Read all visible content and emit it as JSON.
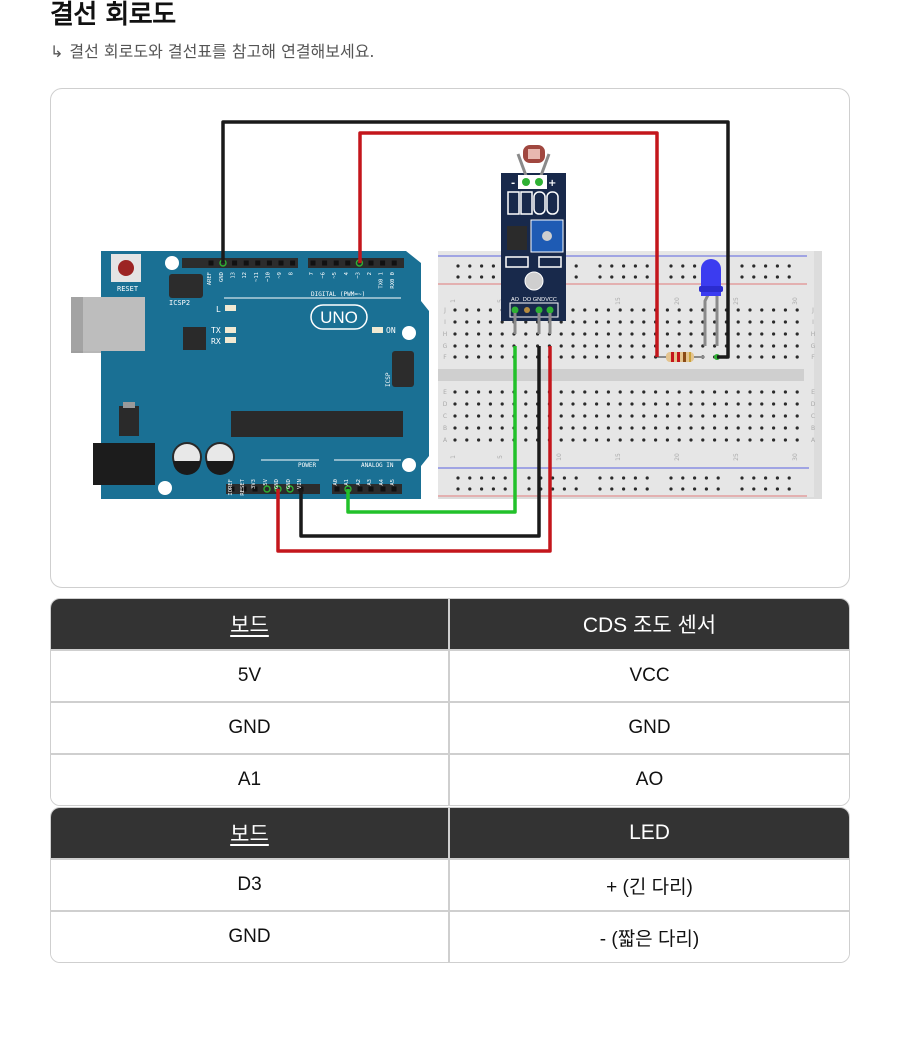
{
  "header": {
    "title": "결선 회로도",
    "subtitle_arrow": "↳",
    "subtitle": "결선 회로도와 결선표를 참고해 연결해보세요."
  },
  "diagram": {
    "arduino": {
      "board_name": "UNO",
      "reset_label": "RESET",
      "icsp2_label": "ICSP2",
      "icsp_label": "ICSP",
      "led_labels": [
        "L",
        "TX",
        "RX",
        "ON"
      ],
      "digital_label": "DIGITAL (PWM=~)",
      "digital_pins": [
        "AREF",
        "GND",
        "13",
        "12",
        "~11",
        "~10",
        "~9",
        "8",
        "7",
        "~6",
        "~5",
        "4",
        "~3",
        "2",
        "TX0 1",
        "RX0 0"
      ],
      "power_label": "POWER",
      "power_pins": [
        "IOREF",
        "RESET",
        "3V3",
        "5V",
        "GND",
        "GND",
        "VIN"
      ],
      "analog_label": "ANALOG IN",
      "analog_pins": [
        "A0",
        "A1",
        "A2",
        "A3",
        "A4",
        "A5"
      ]
    },
    "sensor_module": {
      "minus": "-",
      "plus": "+",
      "pins": [
        "AO",
        "DO",
        "GND",
        "VCC"
      ]
    },
    "breadboard": {
      "column_numbers": [
        "1",
        "5",
        "10",
        "15",
        "20",
        "25",
        "30"
      ],
      "rows_top": [
        "J",
        "I",
        "H",
        "G",
        "F"
      ],
      "rows_bottom": [
        "E",
        "D",
        "C",
        "B",
        "A"
      ]
    },
    "wire_colors": {
      "black": "#1a1a1a",
      "red": "#c4161c",
      "green": "#22c12a"
    }
  },
  "tables": [
    {
      "headers": [
        "보드",
        "CDS 조도 센서"
      ],
      "rows": [
        [
          "5V",
          "VCC"
        ],
        [
          "GND",
          "GND"
        ],
        [
          "A1",
          "AO"
        ]
      ]
    },
    {
      "headers": [
        "보드",
        "LED"
      ],
      "rows": [
        [
          "D3",
          "+ (긴 다리)"
        ],
        [
          "GND",
          "- (짧은 다리)"
        ]
      ]
    }
  ]
}
